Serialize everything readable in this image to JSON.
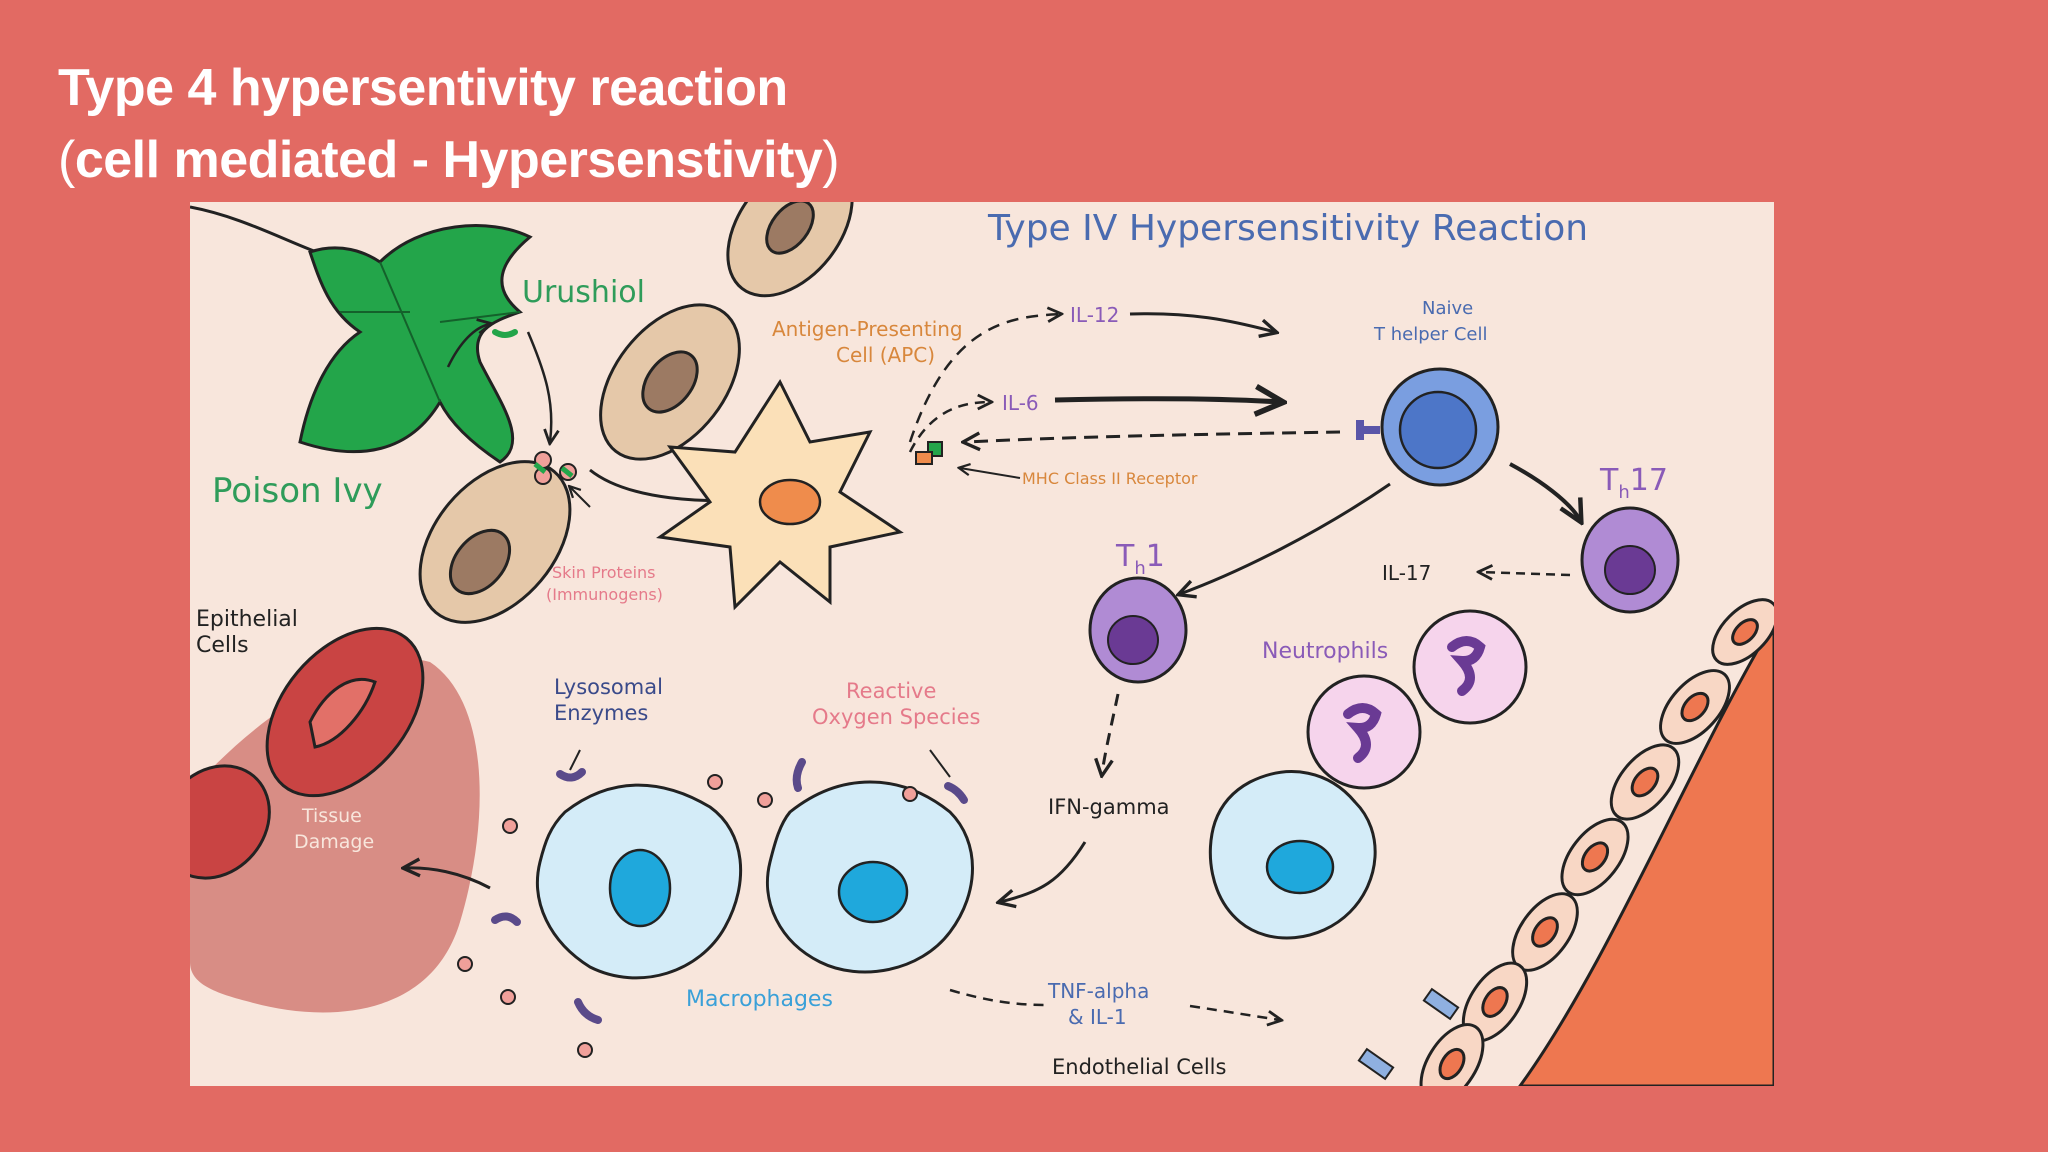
{
  "slide": {
    "title_line1": "Type 4 hypersentivity reaction",
    "title_line2_open": "(",
    "title_line2_main": "cell mediated - Hypersenstivity",
    "title_line2_close": ")"
  },
  "diagram": {
    "heading": "Type IV Hypersensitivity Reaction",
    "labels": {
      "urushiol": "Urushiol",
      "poison_ivy": "Poison Ivy",
      "epithelial_1": "Epithelial",
      "epithelial_2": "Cells",
      "skin_proteins_1": "Skin Proteins",
      "skin_proteins_2": "(Immunogens)",
      "apc_1": "Antigen-Presenting",
      "apc_2": "Cell (APC)",
      "il12": "IL-12",
      "il6": "IL-6",
      "mhc": "MHC Class II Receptor",
      "naive_1": "Naive",
      "naive_2": "T helper Cell",
      "th17_main": "T",
      "th17_sub": "h",
      "th17_num": "17",
      "th1_main": "T",
      "th1_sub": "h",
      "th1_num": "1",
      "il17": "IL-17",
      "neutrophils": "Neutrophils",
      "lysosomal_1": "Lysosomal",
      "lysosomal_2": "Enzymes",
      "ros_1": "Reactive",
      "ros_2": "Oxygen Species",
      "ifn": "IFN-gamma",
      "tissue_1": "Tissue",
      "tissue_2": "Damage",
      "macrophages": "Macrophages",
      "tnf_1": "TNF-alpha",
      "tnf_2": "& IL-1",
      "endothelial": "Endothelial Cells"
    },
    "colors": {
      "background": "#f8e6dc",
      "leaf": "#23a54a",
      "epithelial": "#e5c8a9",
      "damaged_epithelial": "#c94443",
      "tissue_damage": "#d88d85",
      "apc": "#fbe0b8",
      "naive_t": "#7a9ee0",
      "th_cell": "#b08bd4",
      "macrophage": "#d4ecf8",
      "macrophage_nucleus": "#1fa8dc",
      "neutrophil": "#f6d4ec",
      "vessel": "#ee7750",
      "heading": "#4a6bb0",
      "label_green": "#2f9c5a",
      "label_orange": "#d8873c",
      "label_purple": "#8a5bb8",
      "label_pink": "#e57a8a",
      "label_blue": "#3aa0d8"
    }
  }
}
